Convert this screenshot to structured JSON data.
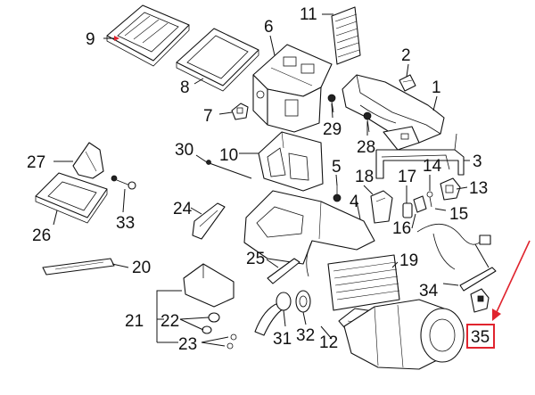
{
  "labels": {
    "l1": "1",
    "l2": "2",
    "l3": "3",
    "l4": "4",
    "l5": "5",
    "l6": "6",
    "l7": "7",
    "l8": "8",
    "l9": "9",
    "l10": "10",
    "l11": "11",
    "l12": "12",
    "l13": "13",
    "l14": "14",
    "l15": "15",
    "l16": "16",
    "l17": "17",
    "l18": "18",
    "l19": "19",
    "l20": "20",
    "l21": "21",
    "l22": "22",
    "l23": "23",
    "l24": "24",
    "l25": "25",
    "l26": "26",
    "l27": "27",
    "l28": "28",
    "l29": "29",
    "l30": "30",
    "l31": "31",
    "l32": "32",
    "l33": "33",
    "l34": "34",
    "l35": "35"
  },
  "highlight": {
    "part": "35",
    "color": "#e0242e"
  }
}
